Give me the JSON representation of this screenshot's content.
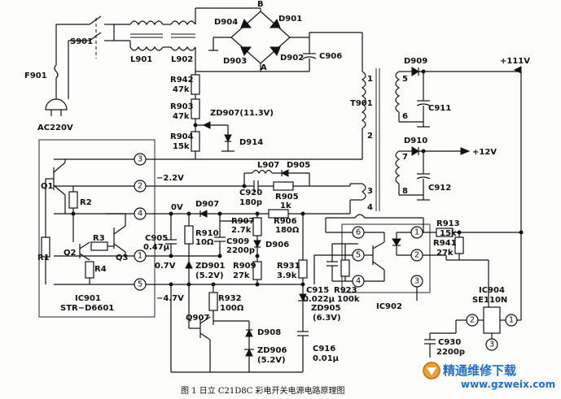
{
  "caption": "图 1  日立 C21D8C 彩电开关电源电路原理图",
  "watermark": {
    "line1": "精通维修下载",
    "line2": "www.gzweix.com"
  },
  "labels": {
    "S901": "S901",
    "F901": "F901",
    "AC220V": "AC220V",
    "L901": "L901",
    "L902": "L902",
    "D904": "D904",
    "B": "B",
    "D901": "D901",
    "D903": "D903",
    "D902": "D902",
    "A": "A",
    "C906": "C906",
    "R942": "R942",
    "R942v": "47k",
    "R903": "R903",
    "R903v": "47k",
    "ZD907": "ZD907(11.3V)",
    "R904": "R904",
    "R904v": "15k",
    "D914": "D914",
    "T901": "T901",
    "n1": "1",
    "n2": "2",
    "n3": "3",
    "n4": "4",
    "n5": "5",
    "n6": "6",
    "n7": "7",
    "n8": "8",
    "D909": "D909",
    "plus111": "+111V",
    "C911": "C911",
    "D910": "D910",
    "plus12": "+12V",
    "C912": "C912",
    "Q1": "Q1",
    "R2": "R2",
    "m22": "−2.2V",
    "L907": "L907",
    "D905": "D905",
    "C920": "C920",
    "C920v": "180p",
    "R905": "R905",
    "R905v": "1k",
    "D907": "D907",
    "v0": "0V",
    "R907": "R907",
    "R907v": "2.7k",
    "R906": "R906",
    "R906v": "180Ω",
    "C905": "C905",
    "C905v": "0.47μ",
    "R910": "R910",
    "R910v": "10Ω",
    "C909": "C909",
    "C909v": "2200p",
    "D906": "D906",
    "R1": "R1",
    "R3": "R3",
    "Q2": "Q2",
    "Q3": "Q3",
    "R4": "R4",
    "v07": "0.7V",
    "ZD901": "ZD901",
    "ZD901v": "(5.2V)",
    "R909": "R909",
    "R909v": "27k",
    "R931": "R931",
    "R931v": "3.9k",
    "IC901": "IC901",
    "IC901t": "STR−D6601",
    "m47": "−4.7V",
    "C915": "C915",
    "C915v": "0.022μ",
    "R923": "R923",
    "R923v": "100k",
    "IC902": "IC902",
    "R932": "R932",
    "R932v": "100Ω",
    "Q907": "Q907",
    "ZD905": "ZD905",
    "ZD905v": "(6.3V)",
    "D908": "D908",
    "ZD906": "ZD906",
    "ZD906v": "(5.2V)",
    "C916": "C916",
    "C916v": "0.01μ",
    "R913": "R913",
    "R913v": "15k",
    "R941": "R941",
    "R941v": "27k",
    "IC904": "IC904",
    "IC904t": "SE110N",
    "C930": "C930",
    "C930v": "2200p"
  },
  "pins": {
    "ic901": [
      "3",
      "2",
      "4",
      "1",
      "5"
    ],
    "ic902": [
      "6",
      "5",
      "4",
      "1",
      "2",
      "3"
    ],
    "ic904": [
      "2",
      "1",
      "3"
    ]
  }
}
